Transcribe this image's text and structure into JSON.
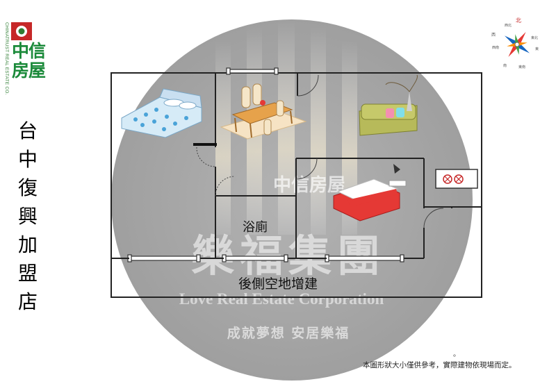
{
  "brand": {
    "logo_en": "CHINATRUST REAL ESTATE CO.",
    "name": "中信房屋",
    "store": "台中復興加盟店"
  },
  "watermark": {
    "brand": "中信房屋",
    "title": "樂福集團",
    "english": "Love Real Estate Corporation",
    "slogan": "成就夢想 安居樂福"
  },
  "compass": {
    "north": "北",
    "east": "東",
    "south": "南",
    "west": "西",
    "northeast": "東北",
    "northwest": "西北",
    "southeast": "東南",
    "southwest": "西南"
  },
  "rooms": {
    "bathroom": "浴廁",
    "rear_extension": "後側空地增建"
  },
  "footnote": {
    "dot": "。",
    "text": "本圖形狀大小僅供參考，實際建物依現場而定。"
  },
  "colors": {
    "brand_green": "#1b8a3a",
    "brand_red": "#c62828",
    "watermark_gray": "#8e8e8e",
    "wall": "#222222"
  }
}
